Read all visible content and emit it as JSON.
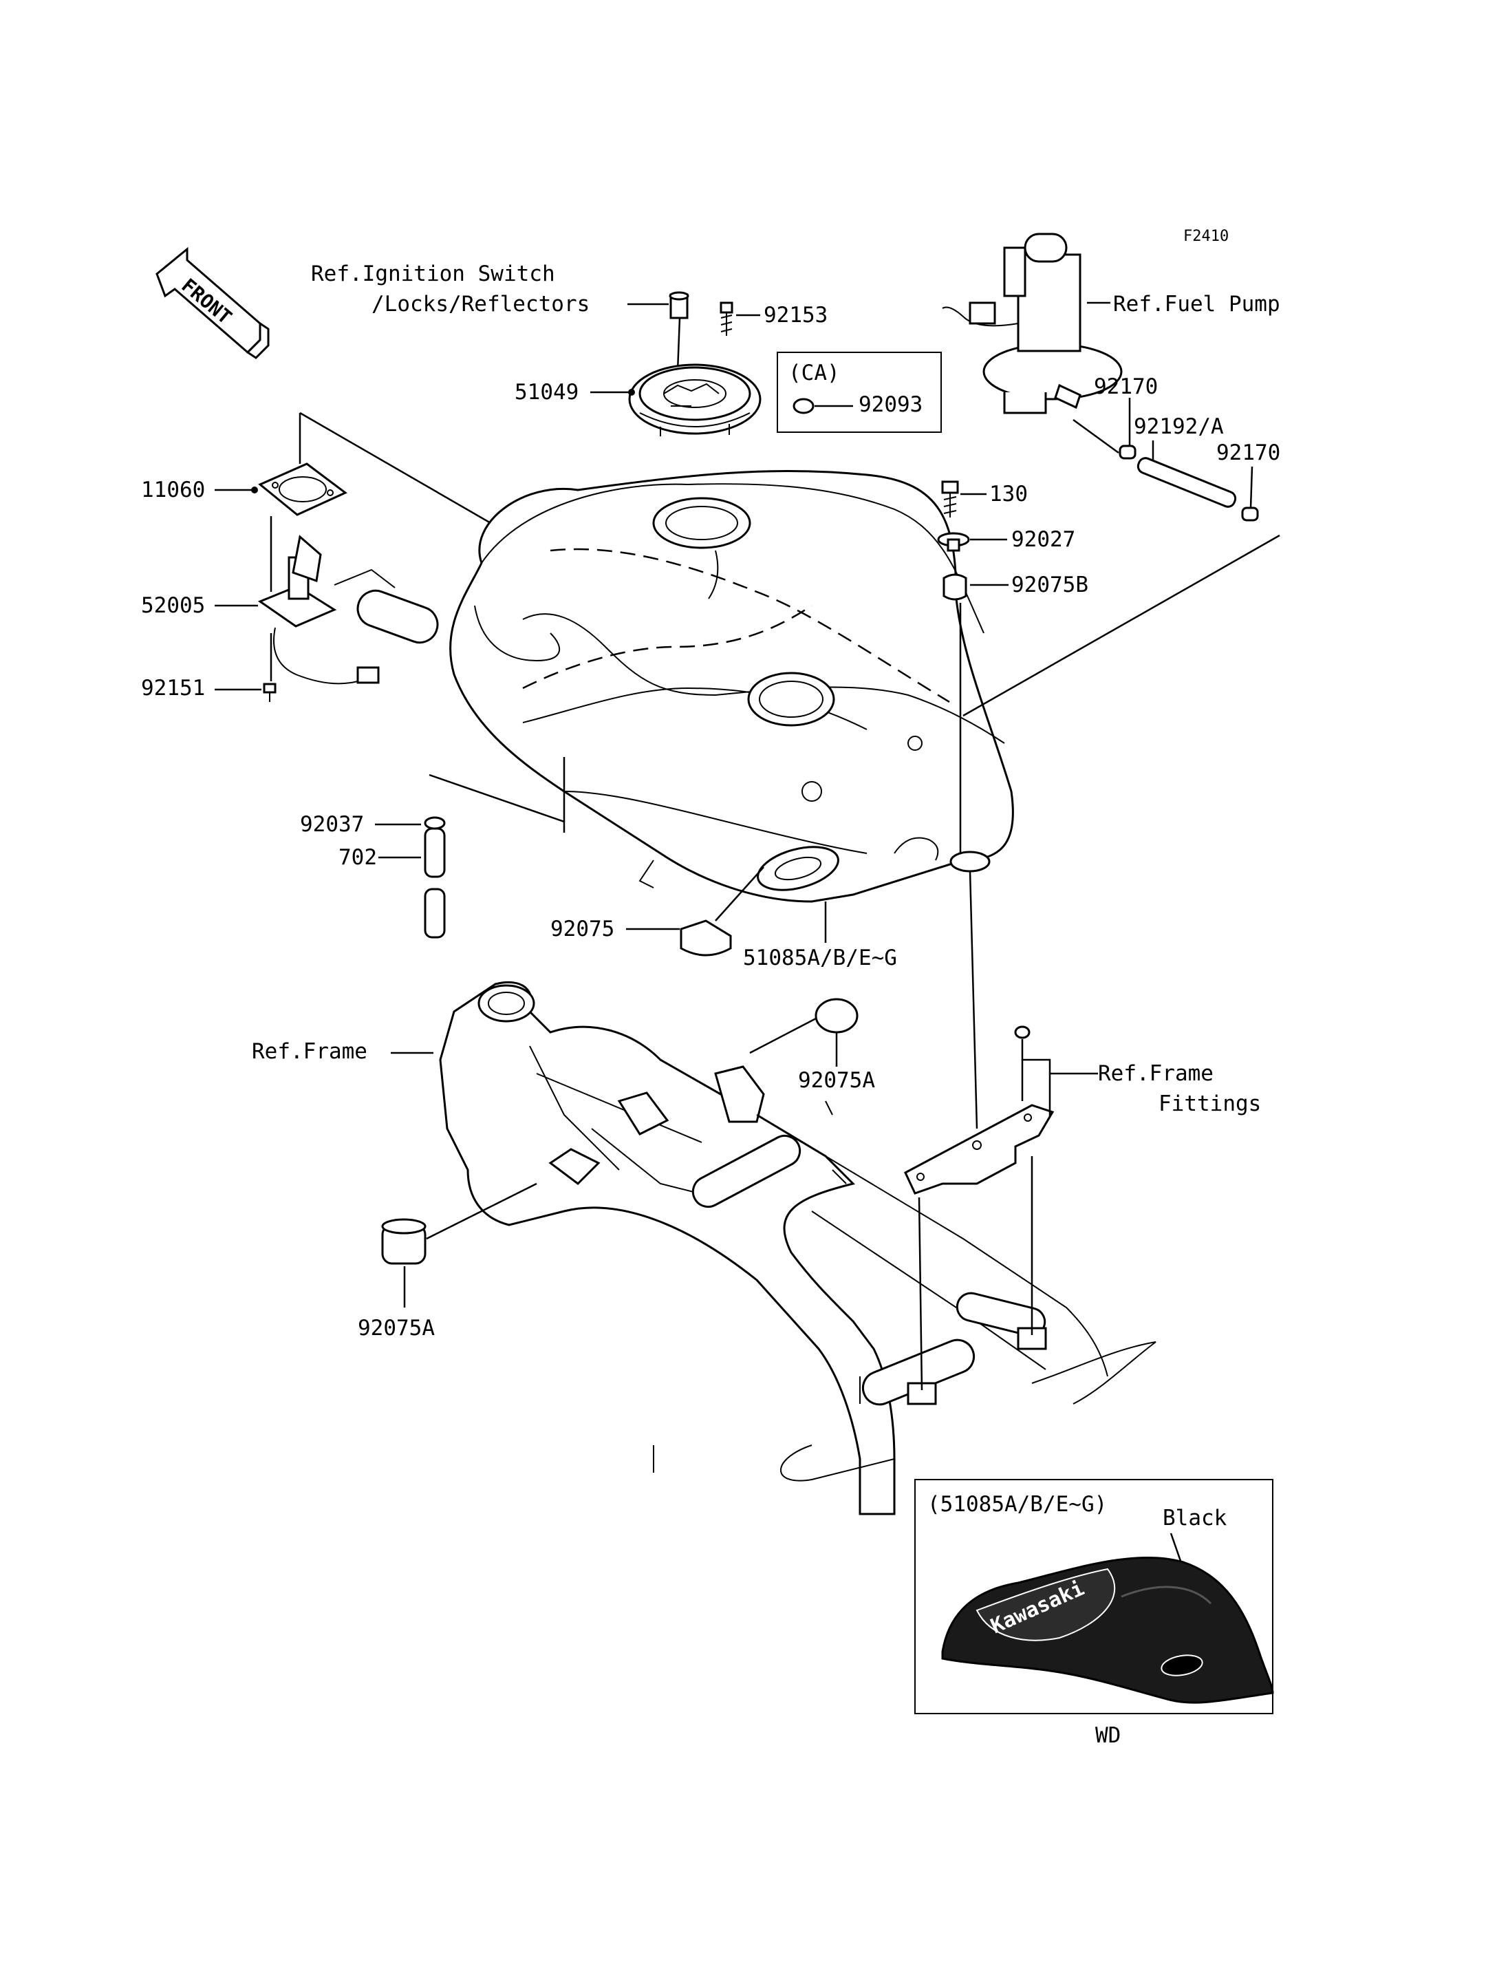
{
  "diagram_code": "F2410",
  "front_label": "FRONT",
  "refs": {
    "ignition_line1": "Ref.Ignition Switch",
    "ignition_line2": "/Locks/Reflectors",
    "fuel_pump": "Ref.Fuel Pump",
    "frame": "Ref.Frame",
    "frame_fittings_line1": "Ref.Frame",
    "frame_fittings_line2": "Fittings"
  },
  "variant_box_ca": {
    "title": "(CA)",
    "part": "92093"
  },
  "parts": {
    "p11060": "11060",
    "p52005": "52005",
    "p92151": "92151",
    "p92037": "92037",
    "p702": "702",
    "p51049": "51049",
    "p92153": "92153",
    "p92075": "92075",
    "p51085": "51085A/B/E~G",
    "p92170_top": "92170",
    "p92192": "92192/A",
    "p92170_right": "92170",
    "p130": "130",
    "p92027": "92027",
    "p92075B": "92075B",
    "p92075A_mid": "92075A",
    "p92075A_low": "92075A"
  },
  "inset": {
    "title": "(51085A/B/E~G)",
    "color_label": "Black",
    "tank_brand": "Kawasaki",
    "caption": "WD"
  }
}
